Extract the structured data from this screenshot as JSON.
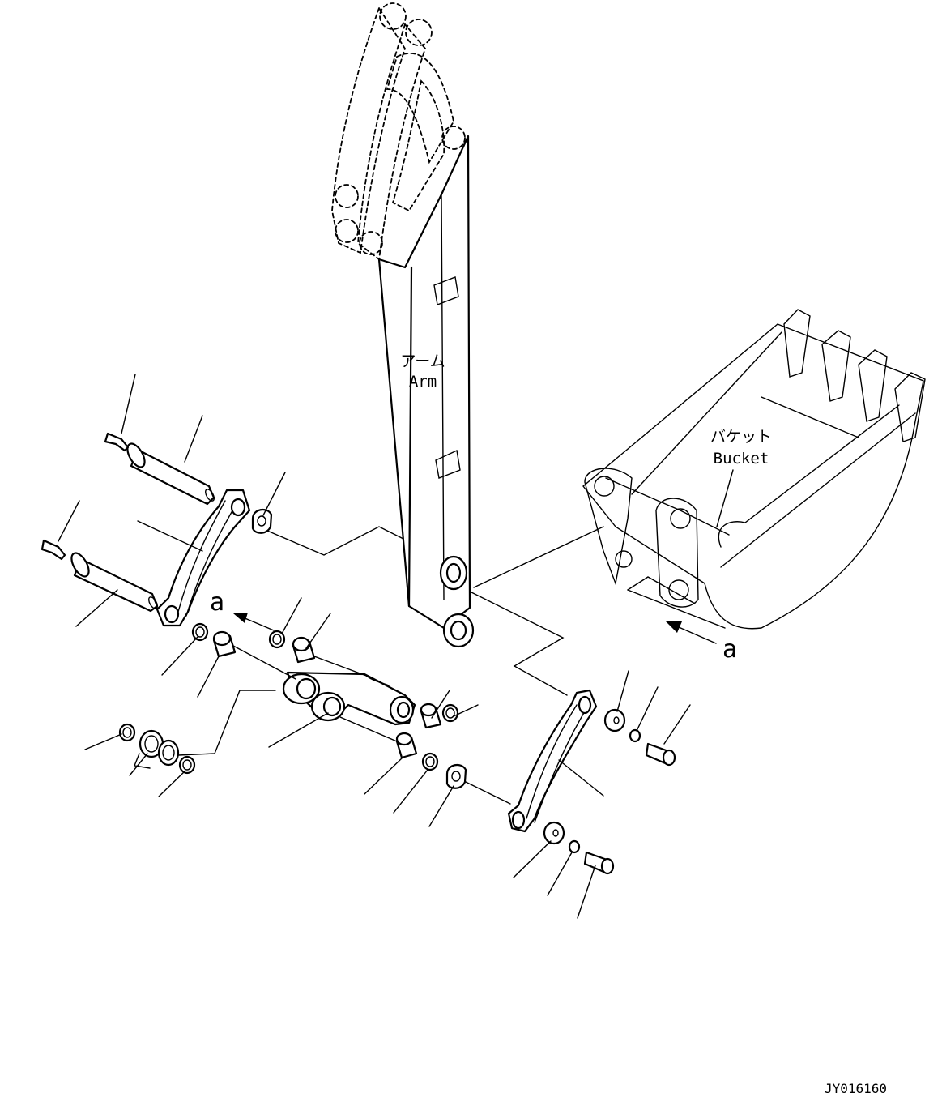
{
  "labels": {
    "arm_jp": "アーム",
    "arm_en": "Arm",
    "bucket_jp": "バケット",
    "bucket_en": "Bucket",
    "view_a_left": "a",
    "view_a_right": "a",
    "drawing_code": "JY016160"
  },
  "icons": {
    "arrow": "filled-triangle-arrow"
  }
}
